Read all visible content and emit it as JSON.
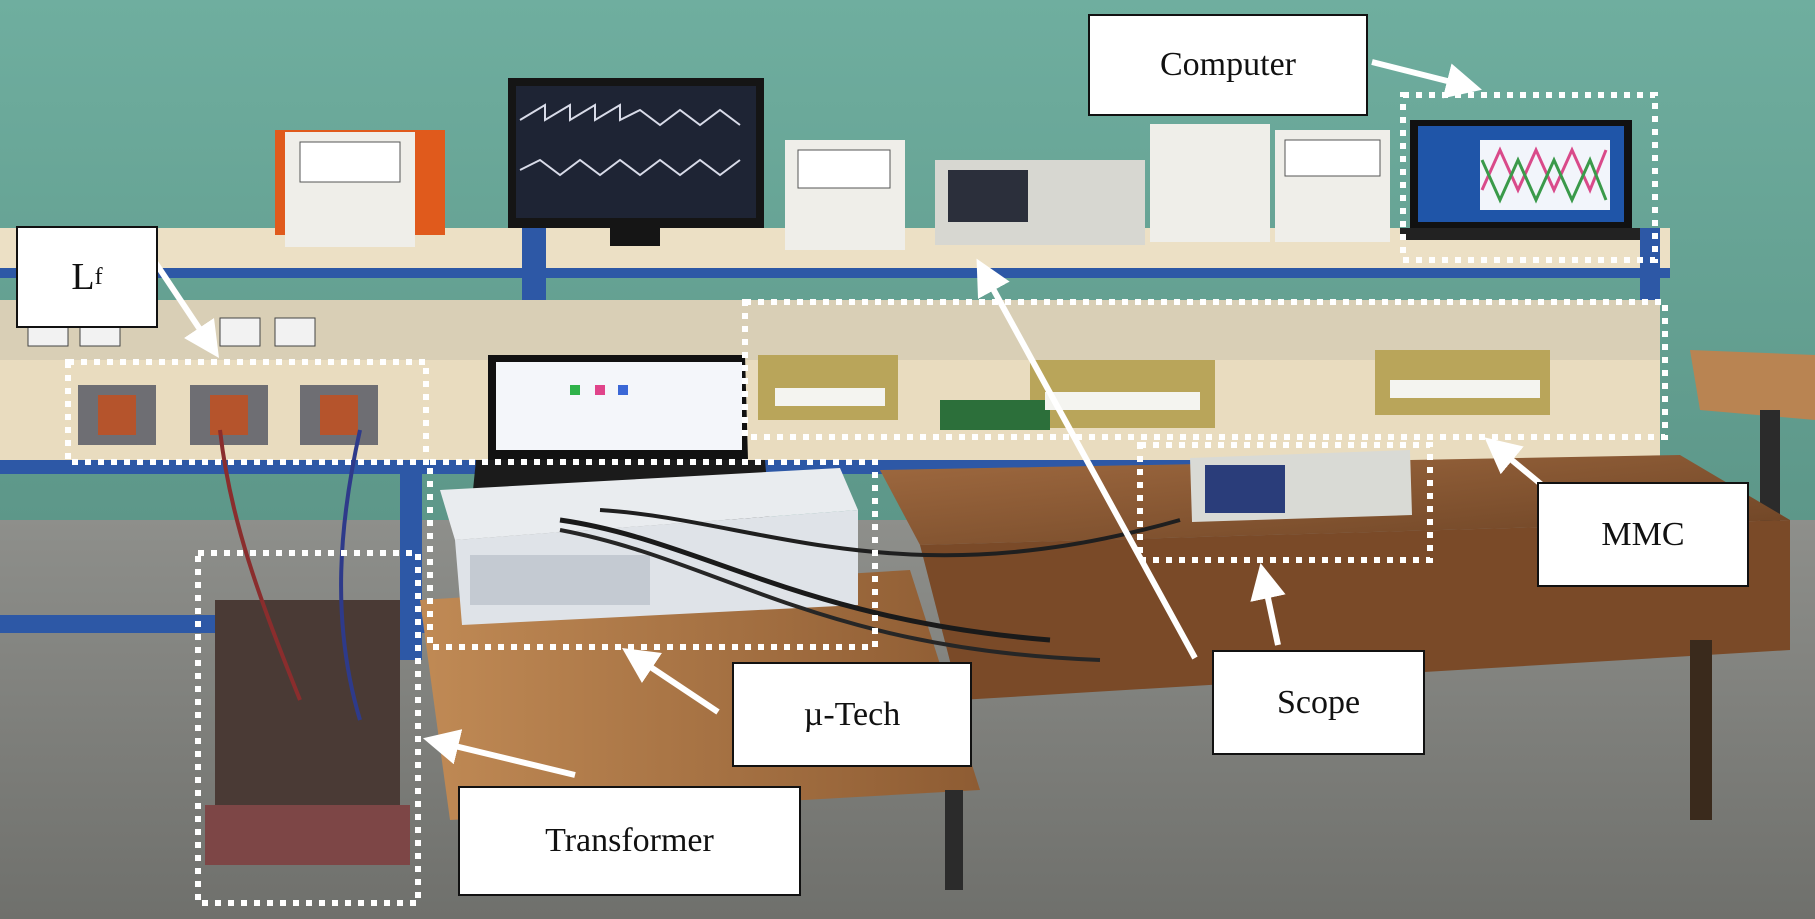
{
  "labels": {
    "computer": "Computer",
    "lf_main": "L",
    "lf_sub": "f",
    "mmc": "MMC",
    "scope": "Scope",
    "mu_tech": "µ-Tech",
    "transformer": "Transformer"
  },
  "colors": {
    "wall": "#6fa89a",
    "floor": "#8a8a86",
    "shelf_top": "#efe3c9",
    "frame_blue": "#2d58a6",
    "table_wood": "#8c5a35",
    "box_border": "#111111",
    "dotted": "#ffffff",
    "arrow": "#ffffff"
  }
}
